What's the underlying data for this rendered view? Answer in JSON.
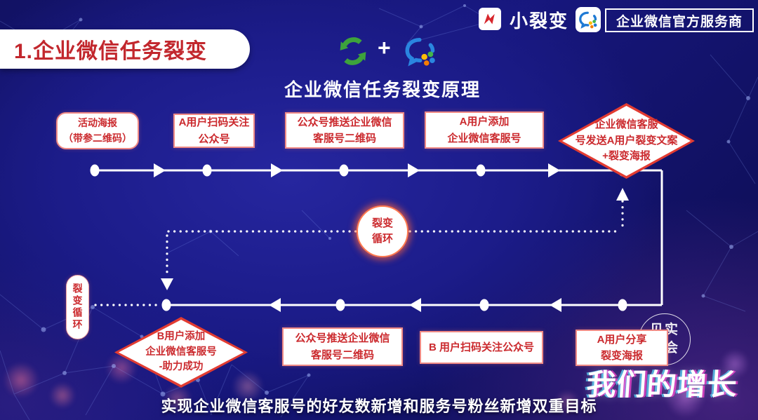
{
  "header": {
    "section_title": "1.企业微信任务裂变",
    "brand_name": "小裂变",
    "brand_badge": "企业微信官方服务商"
  },
  "hero": {
    "plus_sign": "+",
    "diagram_title": "企业微信任务裂变原理"
  },
  "flow": {
    "poster": "活动海报\n（带参二维码）",
    "scan_a": "A用户扫码关注\n公众号",
    "push_qr_top": "公众号推送企业微信\n客服号二维码",
    "add_a": "A用户添加\n企业微信客服号",
    "send_diamond": "企业微信客服\n号发送A用户裂变文案\n+裂变海报",
    "loop_circle": "裂变\n循环",
    "loop_pill": "裂变循环",
    "b_diamond": "B用户添加\n企业微信客服号\n-助力成功",
    "push_qr_bottom": "公众号推送企业微信\n客服号二维码",
    "scan_b": "B 用户扫码关注公众号",
    "share_a": "A用户分享\n裂变海报"
  },
  "footer": {
    "tagline": "实现企业微信客服号的好友数新增和服务号粉丝新增双重目标",
    "growth_brand": "我们的增长",
    "watermark": "见实\n大会"
  },
  "colors": {
    "accent_red": "#cb2a2e",
    "glow_orange": "#ff7a50",
    "brand_blue": "#1f7ad4",
    "brand_green": "#3da33c",
    "bg_blue": "#1c1c8a"
  }
}
